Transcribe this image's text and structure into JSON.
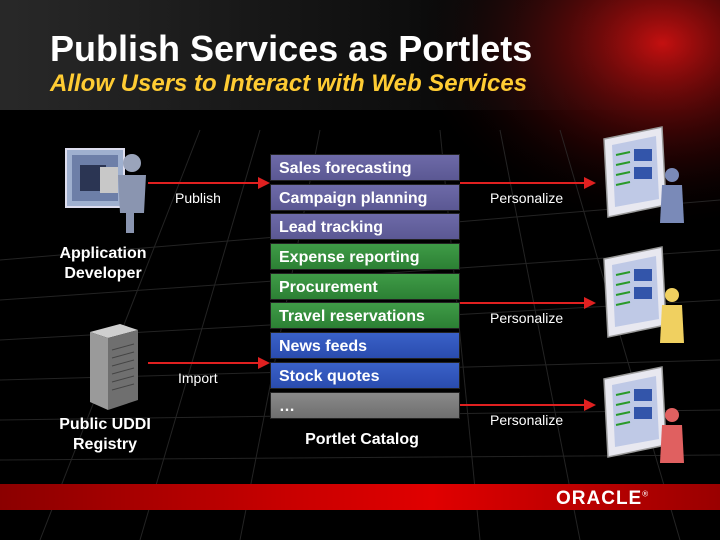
{
  "title": "Publish Services as Portlets",
  "subtitle": "Allow Users to Interact with Web Services",
  "left": {
    "developer_label": "Application Developer",
    "registry_label": "Public UDDI Registry",
    "publish_label": "Publish",
    "import_label": "Import"
  },
  "catalog": {
    "items": [
      {
        "label": "Sales forecasting",
        "color": "#6766a6"
      },
      {
        "label": "Campaign planning",
        "color": "#6766a6"
      },
      {
        "label": "Lead tracking",
        "color": "#6766a6"
      },
      {
        "label": "Expense reporting",
        "color": "#3a9a44"
      },
      {
        "label": "Procurement",
        "color": "#3a9a44"
      },
      {
        "label": "Travel reservations",
        "color": "#3a9a44"
      },
      {
        "label": "News feeds",
        "color": "#2e55c4"
      },
      {
        "label": "Stock quotes",
        "color": "#2e55c4"
      },
      {
        "label": "…",
        "color": "#7f7f7f"
      }
    ],
    "caption": "Portlet Catalog"
  },
  "right": {
    "personalize_labels": [
      "Personalize",
      "Personalize",
      "Personalize"
    ],
    "user_colors": [
      "#7a8ab8",
      "#f0d060",
      "#e06060"
    ]
  },
  "footer": {
    "brand": "ORACLE",
    "bar_color": "#cc0000"
  }
}
